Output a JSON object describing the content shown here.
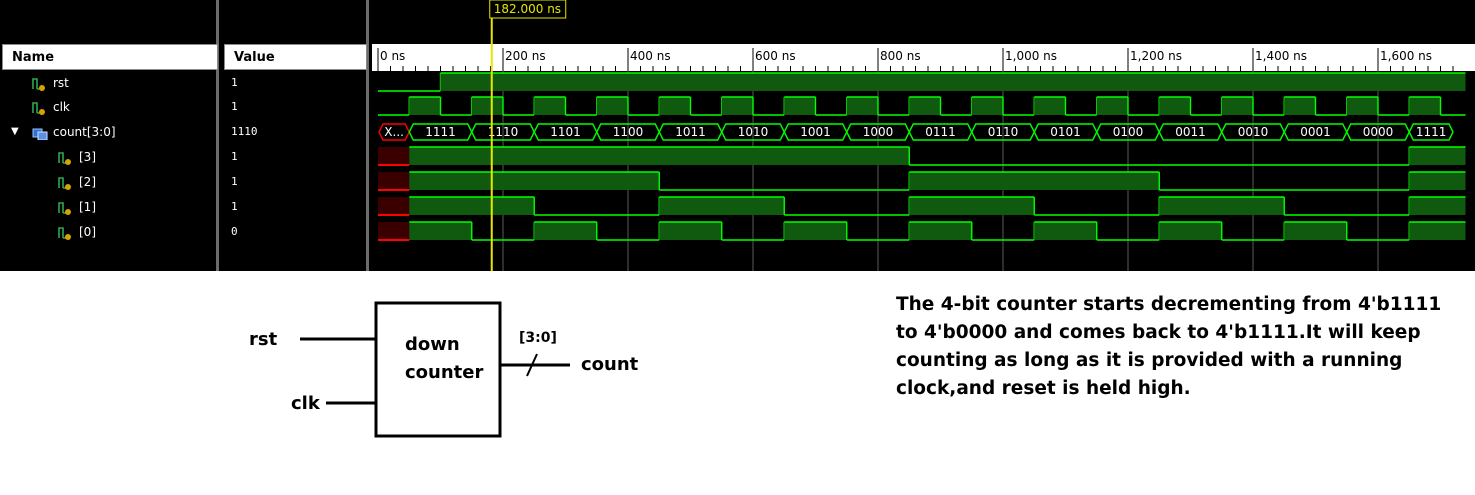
{
  "simulator": {
    "name_header": "Name",
    "value_header": "Value",
    "cursor_label": "182.000 ns",
    "cursor_time_ns": 182,
    "time_axis": {
      "start_ns": 0,
      "visible_end_ns": 1720,
      "labels": [
        {
          "t": 0,
          "text": "0 ns"
        },
        {
          "t": 200,
          "text": "200 ns"
        },
        {
          "t": 400,
          "text": "400 ns"
        },
        {
          "t": 600,
          "text": "600 ns"
        },
        {
          "t": 800,
          "text": "800 ns"
        },
        {
          "t": 1000,
          "text": "1,000 ns"
        },
        {
          "t": 1200,
          "text": "1,200 ns"
        },
        {
          "t": 1400,
          "text": "1,400 ns"
        },
        {
          "t": 1600,
          "text": "1,600 ns"
        }
      ]
    },
    "clock": {
      "first_rise_ns": 50,
      "period_ns": 100,
      "high_ns": 50
    },
    "reset_rise_ns": 100,
    "signals": [
      {
        "name": "rst",
        "value": "1",
        "icon": "bit-signal-icon"
      },
      {
        "name": "clk",
        "value": "1",
        "icon": "bit-signal-icon"
      },
      {
        "name": "count[3:0]",
        "value": "1110",
        "icon": "bus-signal-icon",
        "expanded": true
      },
      {
        "name": "[3]",
        "value": "1",
        "icon": "bit-signal-icon"
      },
      {
        "name": "[2]",
        "value": "1",
        "icon": "bit-signal-icon"
      },
      {
        "name": "[1]",
        "value": "1",
        "icon": "bit-signal-icon"
      },
      {
        "name": "[0]",
        "value": "0",
        "icon": "bit-signal-icon"
      }
    ],
    "count_bus": {
      "initial_label": "X...",
      "initial_end_ns": 50,
      "segments": [
        {
          "t0": 50,
          "t1": 150,
          "v": "1111"
        },
        {
          "t0": 150,
          "t1": 250,
          "v": "1110"
        },
        {
          "t0": 250,
          "t1": 350,
          "v": "1101"
        },
        {
          "t0": 350,
          "t1": 450,
          "v": "1100"
        },
        {
          "t0": 450,
          "t1": 550,
          "v": "1011"
        },
        {
          "t0": 550,
          "t1": 650,
          "v": "1010"
        },
        {
          "t0": 650,
          "t1": 750,
          "v": "1001"
        },
        {
          "t0": 750,
          "t1": 850,
          "v": "1000"
        },
        {
          "t0": 850,
          "t1": 950,
          "v": "0111"
        },
        {
          "t0": 950,
          "t1": 1050,
          "v": "0110"
        },
        {
          "t0": 1050,
          "t1": 1150,
          "v": "0101"
        },
        {
          "t0": 1150,
          "t1": 1250,
          "v": "0100"
        },
        {
          "t0": 1250,
          "t1": 1350,
          "v": "0011"
        },
        {
          "t0": 1350,
          "t1": 1450,
          "v": "0010"
        },
        {
          "t0": 1450,
          "t1": 1550,
          "v": "0001"
        },
        {
          "t0": 1550,
          "t1": 1650,
          "v": "0000"
        },
        {
          "t0": 1650,
          "t1": 1720,
          "v": "1111"
        }
      ]
    },
    "colors": {
      "background": "#000000",
      "wave": "#00ff00",
      "wave_fill": "#0f5a0f",
      "undefined": "#ff0000",
      "grid": "#5a5a5a",
      "cursor": "#e6e600"
    }
  },
  "diagram": {
    "block_line1": "down",
    "block_line2": "counter",
    "input_rst": "rst",
    "input_clk": "clk",
    "output_count": "count",
    "bus_width": "[3:0]"
  },
  "description": "The 4-bit counter starts decrementing from 4'b1111 to 4'b0000 and comes back to 4'b1111.It will keep counting as long as it is provided with a running clock,and reset is held high."
}
